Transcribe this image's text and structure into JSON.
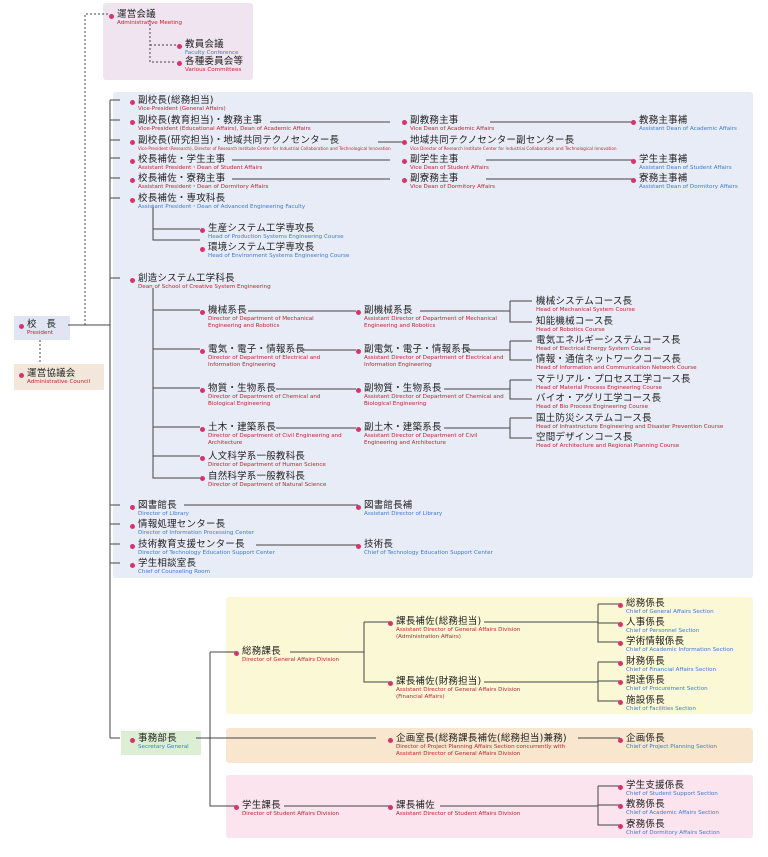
{
  "nodes": {
    "admin_meeting": {
      "jp": "運営会議",
      "en": "Administrative Meeting"
    },
    "faculty_conf": {
      "jp": "教員会議",
      "en": "Faculty Conference"
    },
    "committees": {
      "jp": "各種委員会等",
      "en": "Various Committees"
    },
    "president": {
      "jp": "校　長",
      "en": "President"
    },
    "council": {
      "jp": "運営協議会",
      "en": "Administrative Council"
    },
    "vp_general": {
      "jp": "副校長(総務担当)",
      "en": "Vice-President (General Affairs)"
    },
    "vp_edu": {
      "jp": "副校長(教育担当)・教務主事",
      "en": "Vice-President (Educational Affairs), Dean of Academic Affairs"
    },
    "vp_research": {
      "jp": "副校長(研究担当)・地域共同テクノセンター長",
      "en": "Vice-President (Research), Director of Research Institute Center for Industrial Collaboration and Technological Innovation"
    },
    "ap_student": {
      "jp": "校長補佐・学生主事",
      "en": "Assistant President・Dean of Student Affairs"
    },
    "ap_dorm": {
      "jp": "校長補佐・寮務主事",
      "en": "Assistant President・Dean of Dormitory Affairs"
    },
    "ap_adv": {
      "jp": "校長補佐・専攻科長",
      "en": "Assistant President・Dean of Advanced Engineering Faculty"
    },
    "vd_acad": {
      "jp": "副教務主事",
      "en": "Vice Dean of Academic Affairs"
    },
    "vd_research": {
      "jp": "地域共同テクノセンター副センター長",
      "en": "Vice Director of Research Institute Center for Industrial Collaboration and Technological Innovation"
    },
    "vd_student": {
      "jp": "副学生主事",
      "en": "Vice Dean of Student Affairs"
    },
    "vd_dorm": {
      "jp": "副寮務主事",
      "en": "Vice Dean of Dormitory Affairs"
    },
    "ad_acad": {
      "jp": "教務主事補",
      "en": "Assistant Dean of Academic Affairs"
    },
    "ad_student": {
      "jp": "学生主事補",
      "en": "Assistant Dean of Student Affairs"
    },
    "ad_dorm": {
      "jp": "寮務主事補",
      "en": "Assistant Dean of Dormitory Affairs"
    },
    "prod_sys": {
      "jp": "生産システム工学専攻長",
      "en": "Head of Production Systems Engineering Course"
    },
    "env_sys": {
      "jp": "環境システム工学専攻長",
      "en": "Head of Environment Systems Engineering Course"
    },
    "creative_dean": {
      "jp": "創造システム工学科長",
      "en": "Dean of School of Creative System Engineering"
    },
    "mech_dir": {
      "jp": "機械系長",
      "en": "Director of Department of Mechanical Engineering and Robotics"
    },
    "mech_adir": {
      "jp": "副機械系長",
      "en": "Assistant Director of Department of Mechanical Engineering and Robotics"
    },
    "mech_course": {
      "jp": "機械システムコース長",
      "en": "Head of Mechanical System Course"
    },
    "robot_course": {
      "jp": "知能機械コース長",
      "en": "Head of Robotics Course"
    },
    "elec_dir": {
      "jp": "電気・電子・情報系長",
      "en": "Director of Department of Electrical and Information Engineering"
    },
    "elec_adir": {
      "jp": "副電気・電子・情報系長",
      "en": "Assistant Director of Department of Electrical and Information Engineering"
    },
    "elec_course": {
      "jp": "電気エネルギーシステムコース長",
      "en": "Head of Electrical Energy System Course"
    },
    "info_course": {
      "jp": "情報・通信ネットワークコース長",
      "en": "Head of Information and Communication Network Course"
    },
    "chem_dir": {
      "jp": "物質・生物系長",
      "en": "Director of Department of Chemical and Biological Engineering"
    },
    "chem_adir": {
      "jp": "副物質・生物系長",
      "en": "Assistant Director of Department of Chemical and Biological Engineering"
    },
    "mat_course": {
      "jp": "マテリアル・プロセス工学コース長",
      "en": "Head of Material Process Engineering Course"
    },
    "bio_course": {
      "jp": "バイオ・アグリ工学コース長",
      "en": "Head of Bio Process Engineering Course"
    },
    "civil_dir": {
      "jp": "土木・建築系長",
      "en": "Director of Department of Civil Engineering and Architecture"
    },
    "civil_adir": {
      "jp": "副土木・建築系長",
      "en": "Assistant Director of Department of Civil Engineering and Architecture"
    },
    "infra_course": {
      "jp": "国土防災システムコース長",
      "en": "Head of Infrastructure Engineering and Disaster Prevention Course"
    },
    "arch_course": {
      "jp": "空間デザインコース長",
      "en": "Head of Architecture and Regional Planning Course"
    },
    "human_dir": {
      "jp": "人文科学系一般教科長",
      "en": "Director of Department of Human Science"
    },
    "nat_dir": {
      "jp": "自然科学系一般教科長",
      "en": "Director of Department of Natural Science"
    },
    "lib_dir": {
      "jp": "図書館長",
      "en": "Director of Library"
    },
    "lib_adir": {
      "jp": "図書館長補",
      "en": "Assistant Director of Library"
    },
    "ipc_dir": {
      "jp": "情報処理センター長",
      "en": "Director of Information Processing Center"
    },
    "tech_dir": {
      "jp": "技術教育支援センター長",
      "en": "Director of Technology Education Support Center"
    },
    "tech_chief": {
      "jp": "技術長",
      "en": "Chief of Technology Education Support Center"
    },
    "counsel": {
      "jp": "学生相談室長",
      "en": "Chief of Counseling Room"
    },
    "ga_dir": {
      "jp": "総務課長",
      "en": "Director of General Affairs Division"
    },
    "ga_adir_admin": {
      "jp": "課長補佐(総務担当)",
      "en": "Assistant Director of General Affairs Division (Administration Affairs)"
    },
    "ga_adir_fin": {
      "jp": "課長補佐(財務担当)",
      "en": "Assistant Director of General Affairs Division (Financial Affairs)"
    },
    "ga_chief": {
      "jp": "総務係長",
      "en": "Chief of General Affairs Section"
    },
    "personnel": {
      "jp": "人事係長",
      "en": "Chief of Personnel Section"
    },
    "acad_info": {
      "jp": "学術情報係長",
      "en": "Chief of Academic Information Section"
    },
    "fin_chief": {
      "jp": "財務係長",
      "en": "Chief of Financial Affairs Section"
    },
    "procure": {
      "jp": "調達係長",
      "en": "Chief of Procurement Section"
    },
    "facility": {
      "jp": "施設係長",
      "en": "Chief of Facilities Section"
    },
    "sec_gen": {
      "jp": "事務部長",
      "en": "Secretary General"
    },
    "planning_dir": {
      "jp": "企画室長(総務課長補佐(総務担当)兼務)",
      "en": "Director of Project Planning Affairs Section concurrently with Assistant Director of General Affairs Division"
    },
    "planning_chief": {
      "jp": "企画係長",
      "en": "Chief of Project Planning Section"
    },
    "sa_dir": {
      "jp": "学生課長",
      "en": "Director of Student Affairs Division"
    },
    "sa_adir": {
      "jp": "課長補佐",
      "en": "Assistant Director of Student Affairs Division"
    },
    "sa_support": {
      "jp": "学生支援係長",
      "en": "Chief of Student Support Section"
    },
    "sa_acad": {
      "jp": "教務係長",
      "en": "Chief of Academic Affairs Section"
    },
    "sa_dorm": {
      "jp": "寮務係長",
      "en": "Chief of Dormitory Affairs Section"
    }
  },
  "colors": {
    "en_blue": "#3a7bd5",
    "en_red": "#c0232f",
    "dot": "#d8336f"
  }
}
